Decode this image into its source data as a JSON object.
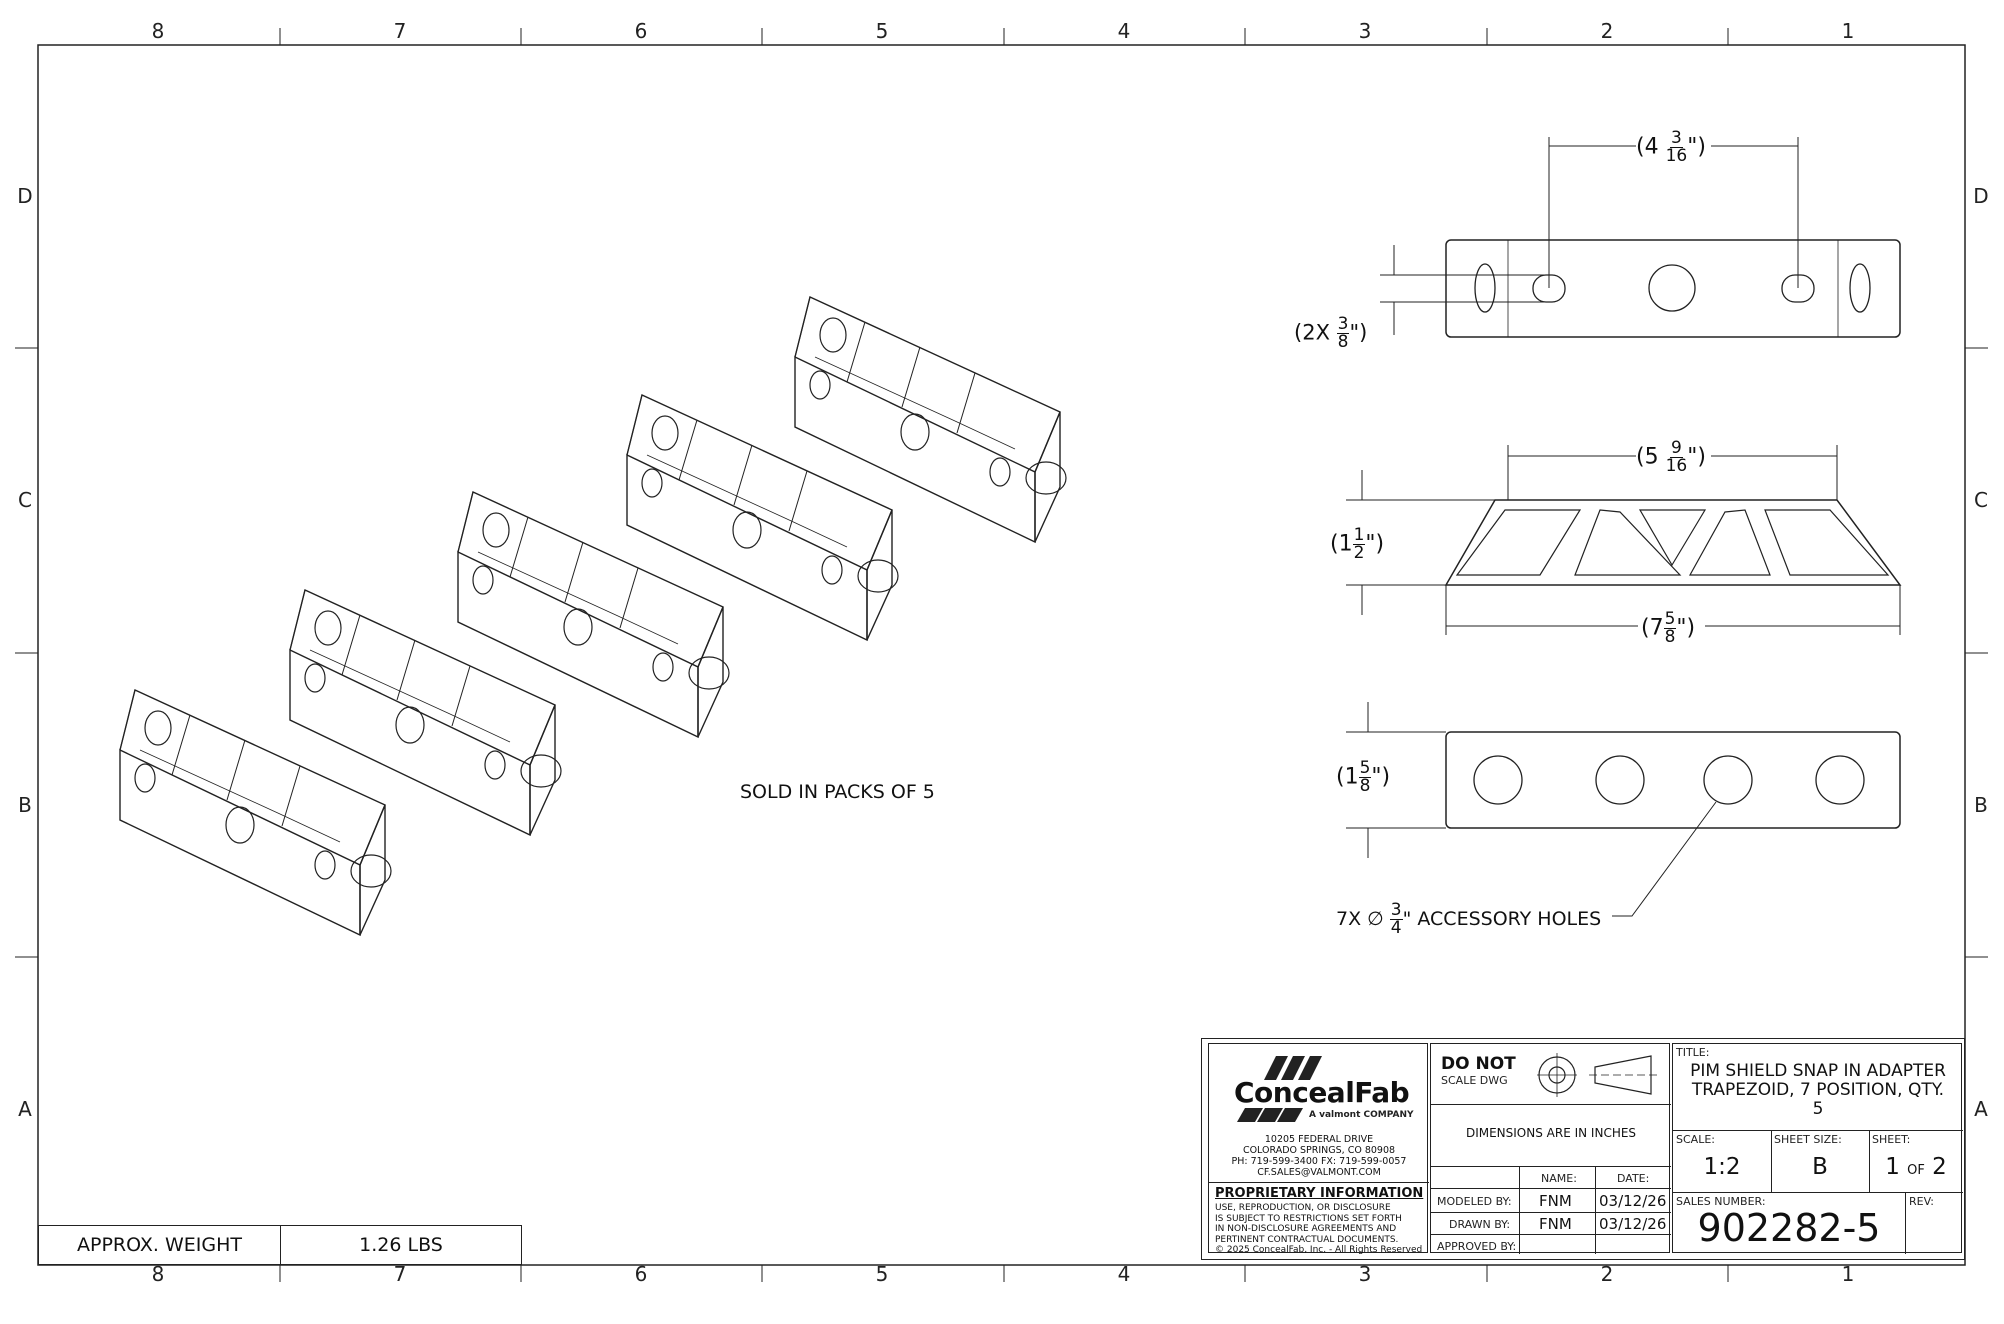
{
  "zones": {
    "columns": [
      "8",
      "7",
      "6",
      "5",
      "4",
      "3",
      "2",
      "1"
    ],
    "rows": [
      "D",
      "C",
      "B",
      "A"
    ]
  },
  "notes": {
    "sold_in_packs": "SOLD IN PACKS OF 5",
    "accessory_prefix": "7X",
    "accessory_diameter_symbol": "∅",
    "accessory_suffix": "\" ACCESSORY HOLES"
  },
  "dimensions": {
    "top_spacing": {
      "whole": "4",
      "num": "3",
      "den": "16"
    },
    "slot_width": {
      "prefix": "2X",
      "num": "3",
      "den": "8"
    },
    "trap_top": {
      "whole": "5",
      "num": "9",
      "den": "16"
    },
    "trap_height": {
      "whole": "1",
      "num": "1",
      "den": "2"
    },
    "trap_bottom": {
      "whole": "7",
      "num": "5",
      "den": "8"
    },
    "front_height": {
      "whole": "1",
      "num": "5",
      "den": "8"
    },
    "hole_dia": {
      "num": "3",
      "den": "4"
    }
  },
  "weight": {
    "label": "APPROX. WEIGHT",
    "value": "1.26 LBS"
  },
  "title_block": {
    "logo_text": "ConcealFab",
    "logo_sub": "A valmont COMPANY",
    "address": [
      "10205 FEDERAL DRIVE",
      "COLORADO SPRINGS, CO 80908",
      "PH: 719-599-3400  FX: 719-599-0057",
      "CF.SALES@VALMONT.COM"
    ],
    "proprietary_title": "PROPRIETARY INFORMATION",
    "proprietary_text": [
      "USE, REPRODUCTION, OR DISCLOSURE",
      "IS SUBJECT TO RESTRICTIONS SET FORTH",
      "IN NON-DISCLOSURE AGREEMENTS AND",
      "PERTINENT CONTRACTUAL DOCUMENTS.",
      "© 2025 ConcealFab, Inc. - All Rights Reserved"
    ],
    "do_not": "DO NOT",
    "scale_dwg": "SCALE DWG",
    "dimensions_note": "DIMENSIONS ARE IN INCHES",
    "name_label": "NAME:",
    "date_label": "DATE:",
    "modeled_by_label": "MODELED BY:",
    "drawn_by_label": "DRAWN BY:",
    "approved_by_label": "APPROVED BY:",
    "modeled_by": "FNM",
    "modeled_date": "03/12/26",
    "drawn_by": "FNM",
    "drawn_date": "03/12/26",
    "title_label": "TITLE:",
    "title_lines": [
      "PIM SHIELD SNAP IN ADAPTER",
      "TRAPEZOID, 7 POSITION, QTY.",
      "5"
    ],
    "scale_label": "SCALE:",
    "scale": "1:2",
    "sheet_size_label": "SHEET SIZE:",
    "sheet_size": "B",
    "sheet_label": "SHEET:",
    "sheet_num": "1",
    "sheet_of": "OF",
    "sheet_total": "2",
    "sales_number_label": "SALES NUMBER:",
    "sales_number": "902282-5",
    "rev_label": "REV:"
  }
}
